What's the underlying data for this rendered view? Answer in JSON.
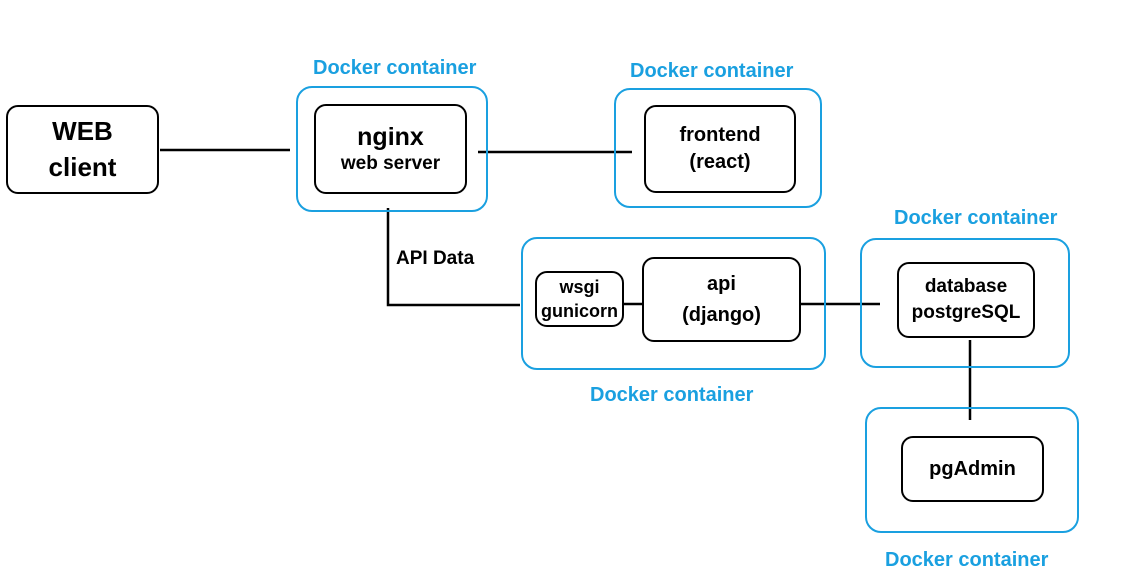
{
  "colors": {
    "container_border": "#1aa0e0",
    "node_border": "#000000",
    "line": "#000000"
  },
  "containers": {
    "nginx": "Docker container",
    "frontend": "Docker container",
    "database": "Docker container",
    "api": "Docker container",
    "pgadmin": "Docker container"
  },
  "nodes": {
    "web_client": {
      "line1": "WEB",
      "line2": "client"
    },
    "nginx": {
      "line1": "nginx",
      "line2": "web server"
    },
    "frontend": {
      "line1": "frontend",
      "line2": "(react)"
    },
    "wsgi": {
      "line1": "wsgi",
      "line2": "gunicorn"
    },
    "api": {
      "line1": "api",
      "line2": "(django)"
    },
    "database": {
      "line1": "database",
      "line2": "postgreSQL"
    },
    "pgadmin": {
      "line1": "pgAdmin"
    }
  },
  "edges": {
    "api_data_label": "API Data"
  }
}
